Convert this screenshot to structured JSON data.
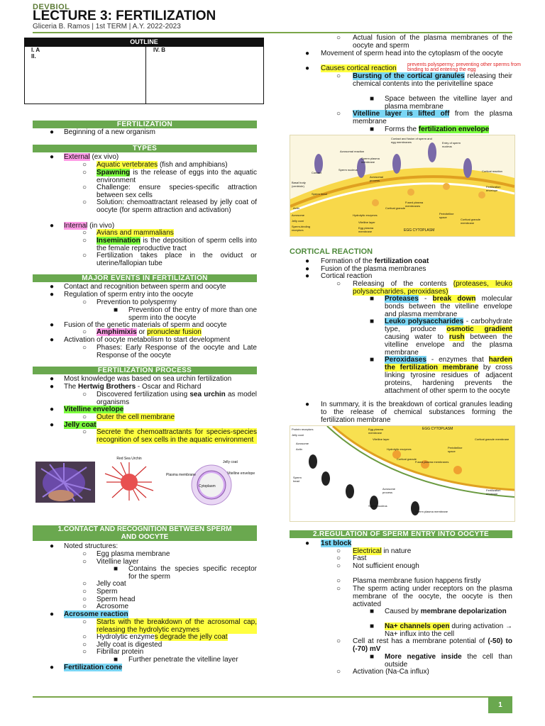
{
  "header": {
    "course": "DEVBIOL",
    "title": "LECTURE 3: FERTILIZATION",
    "subtitle": "Gliceria B. Ramos | 1st TERM | A.Y. 2022-2023"
  },
  "outline": {
    "title": "OUTLINE",
    "left": [
      "I. A",
      "II."
    ],
    "right": [
      "IV. B"
    ]
  },
  "sections": {
    "fertilization": "FERTILIZATION",
    "types": "TYPES",
    "major_events": "MAJOR EVENTS IN FERTILIZATION",
    "process": "FERTILIZATION PROCESS",
    "contact_1": "1.CONTACT AND RECOGNITION BETWEEN SPERM",
    "contact_2": "AND OOCYTE",
    "cortical": "CORTICAL REACTION",
    "regulation": "2.REGULATION OF SPERM ENTRY INTO OOCYTE"
  },
  "left": {
    "fert_1": "Beginning of a new organism",
    "external": "External",
    "external_rest": " (ex vivo)",
    "aquatic": "Aquatic vertebrates",
    "aquatic_rest": " (fish and amphibians)",
    "spawning": "Spawning",
    "spawning_rest": " is the release of eggs into the aquatic environment",
    "challenge": "Challenge: ensure species-specific attraction between sex cells",
    "solution": "Solution: chemoattractant released by jelly coat of oocyte (for sperm attraction and activation)",
    "internal": "Internal",
    "internal_rest": " (in vivo)",
    "avians": "Avians and mammalians",
    "insemination": "Insemination",
    "insemination_rest": " is the deposition of sperm cells into the female reproductive tract",
    "oviduct": "Fertilization takes place in the oviduct or uterine/fallopian tube",
    "me_1": "Contact and recognition between sperm and oocyte",
    "me_2": "Regulation of sperm entry into the oocyte",
    "me_3": "Prevention to polyspermy",
    "me_4": "Prevention of the entry of more than one sperm into the oocyte",
    "me_5": "Fusion of the genetic materials of sperm and oocyte",
    "amphimixis": "Amphimixis",
    "or": " or ",
    "pronuclear": "pronuclear fusion",
    "me_6": "Activation of oocyte metabolism to start development",
    "me_7": "Phases: Early Response of the oocyte and Late Response of the oocyte",
    "fp_1": "Most knowledge was based on sea urchin fertilization",
    "fp_2a": "The ",
    "hertwig": "Hertwig Brothers",
    "fp_2b": " - Oscar and Richard",
    "fp_3a": "Discovered fertilization using ",
    "sea_urchin": "sea urchin",
    "fp_3b": " as model organisms",
    "vitelline": "Vitelline envelope",
    "outer": "Outer the cell membrane",
    "jelly": "Jelly coat",
    "secrete": "Secrete the chemoattractants for species-species recognition of sex cells in the aquatic environment",
    "noted": "Noted structures:",
    "s1": "Egg plasma membrane",
    "s2": "Vitelline layer",
    "s3": "Contains the species specific receptor for the sperm",
    "s4": "Jelly coat",
    "s5": "Sperm",
    "s6": "Sperm head",
    "s7": "Acrosome",
    "acrosome_rx": "Acrosome reaction",
    "ar1": "Starts with the breakdown of the acrosomal cap, releasing the hydrolytic enzymes",
    "ar2a": "Hydrolytic enzyme",
    "ar2b": "s degrade the jelly coat",
    "ar3": "Jelly coat is digested",
    "ar4": "Fibrillar protein",
    "ar5": "Further penetrate the vitelline layer",
    "fcone": "Fertilization cone"
  },
  "figure_labels": {
    "seaurchin_plot": "Red Sea Urchin",
    "plasma": "Plasma membrane",
    "jelly": "Jelly coat",
    "vitelline": "Vitelline envelope",
    "cyto": "Cytoplasm"
  },
  "right": {
    "r1": "Actual fusion of the plasma membranes of the oocyte and sperm",
    "r2": "Movement of sperm head into the cytoplasm of the oocyte",
    "r3": "Causes cortical reaction",
    "r3_note": "prevents polyspermy; preventing other sperms from binding to and entering the egg",
    "r4a": "Bursting of the cortical granules",
    "r4b": " releasing their chemical contents into the perivitelline space",
    "r5": "Space between the vitelline layer and plasma membrane",
    "r6a": "Vitelline layer is lifted off",
    "r6b": " from the plasma membrane",
    "r7a": "Forms the ",
    "r7b": "fertilization envelope",
    "cr1a": "Formation of the ",
    "cr1b": "fertilization coat",
    "cr2": "Fusion of the plasma membranes",
    "cr3": "Cortical reaction",
    "cr4a": "Releasing of the contents ",
    "cr4b": "(proteases, leuko polysaccharides, peroxidases)",
    "prot": "Proteases",
    "prot_dash": " - ",
    "prot_bd": "break down",
    "prot_rest": " molecular bonds between the vitelline envelope and plasma membrane",
    "leuko": "Leuko polysaccharides",
    "leuko_rest": " - carbohydrate type, produce ",
    "osmotic": "osmotic gradient",
    "osmotic_rest": " causing water to ",
    "rush": "rush",
    "rush_rest": " between the vitelline envelope and the plasma membrane",
    "perox": "Peroxidases",
    "perox_rest": " - enzymes that ",
    "harden": "harden the fertilization membrane",
    "perox_rest2": " by cross linking tyrosine residues of adjacent proteins, hardening prevents the attachment of other sperm to the oocyte",
    "summary": "In summary, it is the breakdown of cortical granules leading to the release of chemical substances forming the fertilization membrane",
    "block": "1st block",
    "b1a": "Electrical",
    "b1b": " in nature",
    "b2": "Fast",
    "b3": "Not sufficient enough",
    "b4": "Plasma membrane fusion happens firstly",
    "b5": "The sperm acting under receptors on the plasma membrane of the oocyte, the oocyte is then activated",
    "b6a": "Caused by ",
    "b6b": "membrane depolarization",
    "b7a": "Na+ channels open",
    "b7b": " during activation → Na+ influx into the cell",
    "b8a": "Cell at rest has a membrane potential of ",
    "b8b": "(-50) to (-70) mV",
    "b9a": "More negative inside",
    "b9b": " the cell than outside",
    "b10": "Activation (Na-Ca influx)"
  },
  "diagram1_labels": {
    "l1": "Contact and fusion of sperm and egg membranes",
    "l2": "Entry of sperm nucleus",
    "l3": "Acrosomal reaction",
    "l4": "Sperm plasma membrane",
    "l5": "Contact",
    "l6": "Sperm nucleus",
    "l7": "Acrosomal process",
    "l8": "Cortical reaction",
    "l9": "Fertilization envelope",
    "l10": "Basal body (centriole)",
    "l11": "Sperm head",
    "l12": "Actin",
    "l13": "Acrosome",
    "l14": "Jelly coat",
    "l15": "Sperm-binding receptors",
    "l16": "Hydrolytic enzymes",
    "l17": "Vitelline layer",
    "l18": "Egg plasma membrane",
    "l19": "Cortical granule",
    "l20": "Fused plasma membranes",
    "l21": "Perivitelline space",
    "l22": "Cortical granule membrane",
    "l23": "EGG CYTOPLASM"
  },
  "diagram2_labels": {
    "l1": "Protein receptors",
    "l2": "Jelly coat",
    "l3": "Acrosome",
    "l4": "Actin",
    "l5": "Egg plasma membrane",
    "l6": "Vitelline layer",
    "l7": "Hydrolytic enzymes",
    "l8": "Cortical granule",
    "l9": "Fused plasma membranes",
    "l10": "Perivitelline space",
    "l11": "Cortical granule membrane",
    "l12": "EGG CYTOPLASM",
    "l13": "Sperm head",
    "l14": "Acrosome process",
    "l15": "Sperm nucleus",
    "l16": "Sperm plasma membrane",
    "l17": "Fertilization envelope"
  },
  "page_number": "1"
}
